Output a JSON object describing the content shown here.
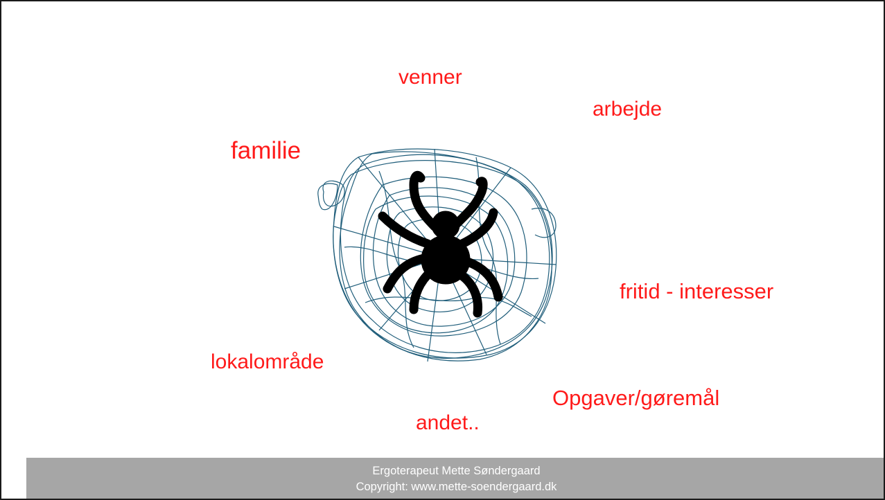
{
  "words": {
    "venner": "venner",
    "arbejde": "arbejde",
    "familie": "familie",
    "fritid": "fritid - interesser",
    "lokalomraade": "lokalområde",
    "opgaver": "Opgaver/gøremål",
    "andet": "andet.."
  },
  "illustration": {
    "icon": "spider-in-web-icon",
    "web_color": "#1f5d7a",
    "spider_color": "#000000"
  },
  "footer": {
    "line1": "Ergoterapeut Mette Søndergaard",
    "line2": "Copyright:  www.mette-soendergaard.dk"
  },
  "colors": {
    "text_accent": "#ff1a1a",
    "footer_bg": "#a6a6a6",
    "footer_text": "#ffffff"
  }
}
